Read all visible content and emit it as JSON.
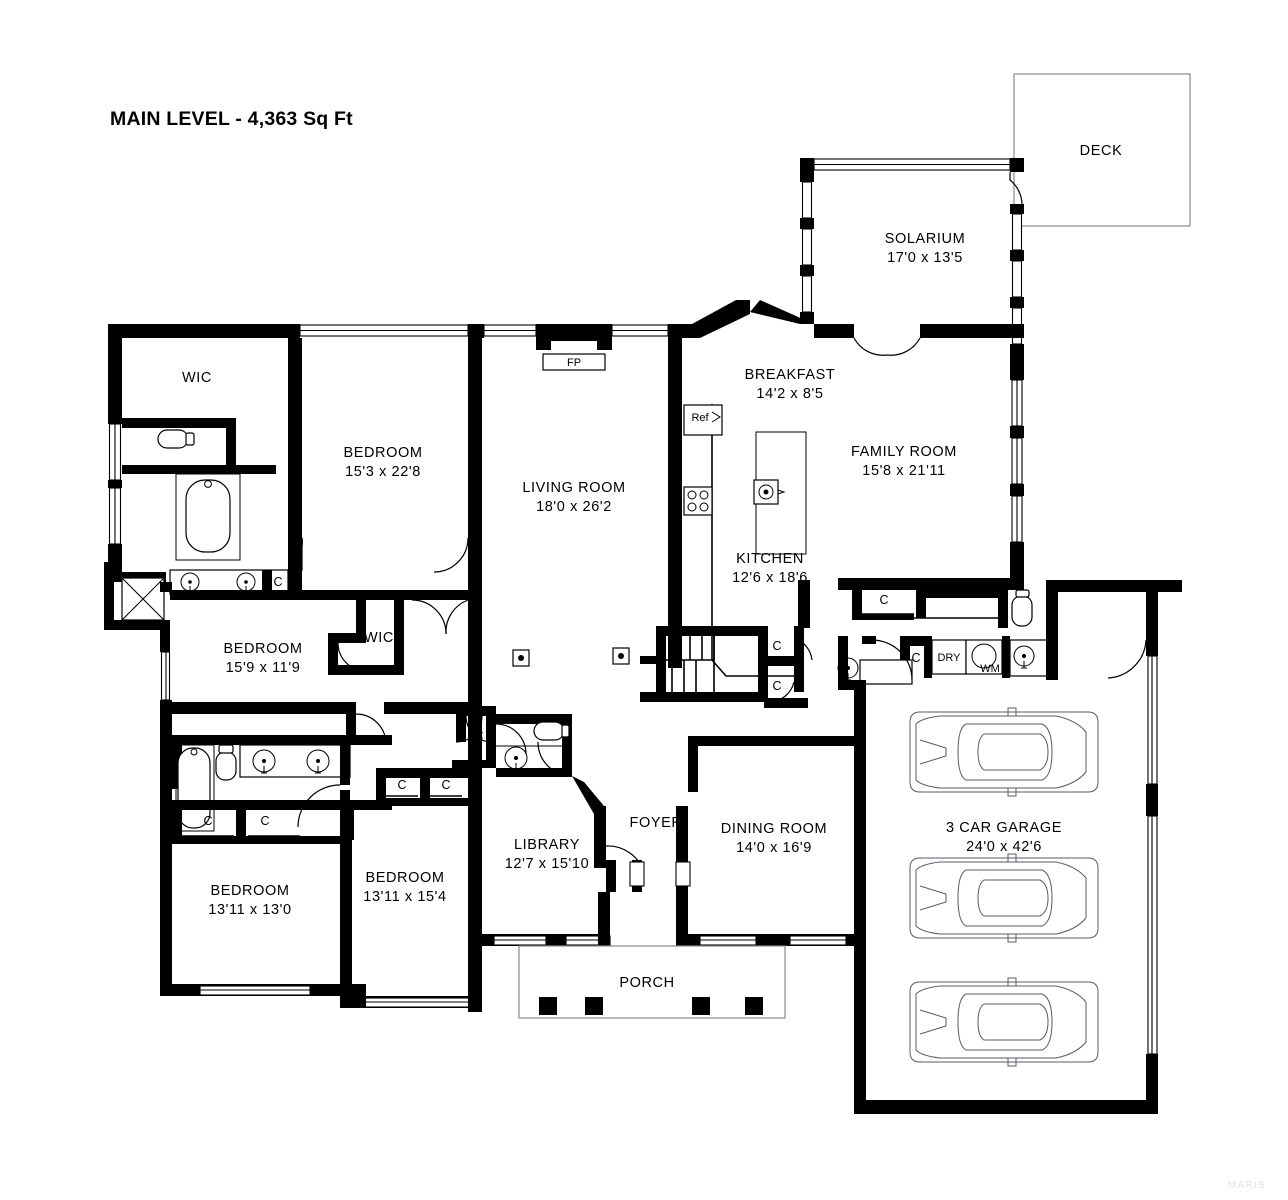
{
  "title": "MAIN LEVEL - 4,363 Sq Ft",
  "watermark": "MARIS",
  "rooms": [
    {
      "id": "deck",
      "label": "DECK",
      "dim": ""
    },
    {
      "id": "solarium",
      "label": "SOLARIUM",
      "dim": "17'0 x 13'5"
    },
    {
      "id": "breakfast",
      "label": "BREAKFAST",
      "dim": "14'2 x 8'5"
    },
    {
      "id": "family",
      "label": "FAMILY ROOM",
      "dim": "15'8 x 21'11"
    },
    {
      "id": "kitchen",
      "label": "KITCHEN",
      "dim": "12'6 x 18'6"
    },
    {
      "id": "living",
      "label": "LIVING ROOM",
      "dim": "18'0 x 26'2"
    },
    {
      "id": "wic-master",
      "label": "WIC",
      "dim": ""
    },
    {
      "id": "bedroom-master",
      "label": "BEDROOM",
      "dim": "15'3 x 22'8"
    },
    {
      "id": "bedroom-2",
      "label": "BEDROOM",
      "dim": "15'9 x 11'9"
    },
    {
      "id": "wic-2",
      "label": "WIC",
      "dim": ""
    },
    {
      "id": "bedroom-3",
      "label": "BEDROOM",
      "dim": "13'11 x 13'0"
    },
    {
      "id": "bedroom-4",
      "label": "BEDROOM",
      "dim": "13'11 x 15'4"
    },
    {
      "id": "library",
      "label": "LIBRARY",
      "dim": "12'7 x 15'10"
    },
    {
      "id": "foyer",
      "label": "FOYER",
      "dim": ""
    },
    {
      "id": "dining",
      "label": "DINING ROOM",
      "dim": "14'0 x 16'9"
    },
    {
      "id": "garage",
      "label": "3 CAR GARAGE",
      "dim": "24'0 x 42'6"
    },
    {
      "id": "porch",
      "label": "PORCH",
      "dim": ""
    }
  ],
  "fixtures": {
    "fireplace": "FP",
    "refrigerator": "Ref",
    "dryer": "DRY",
    "closet": "C"
  },
  "closets": [
    {
      "id": "c-master-bath",
      "label": "C"
    },
    {
      "id": "c-hall-1",
      "label": "C"
    },
    {
      "id": "c-hall-2",
      "label": "C"
    },
    {
      "id": "c-bath2-1",
      "label": "C"
    },
    {
      "id": "c-bath2-2",
      "label": "C"
    },
    {
      "id": "c-bed4-1",
      "label": "C"
    },
    {
      "id": "c-bed4-2",
      "label": "C"
    },
    {
      "id": "c-stair-upper",
      "label": "C"
    },
    {
      "id": "c-stair-lower",
      "label": "C"
    },
    {
      "id": "c-laundry",
      "label": "C"
    },
    {
      "id": "c-mudroom",
      "label": "C"
    }
  ],
  "colors": {
    "wall": "#000000",
    "background": "#ffffff",
    "fixture_stroke": "#000000",
    "car_outline": "#5a5a66",
    "watermark": "#e2e2e2"
  }
}
